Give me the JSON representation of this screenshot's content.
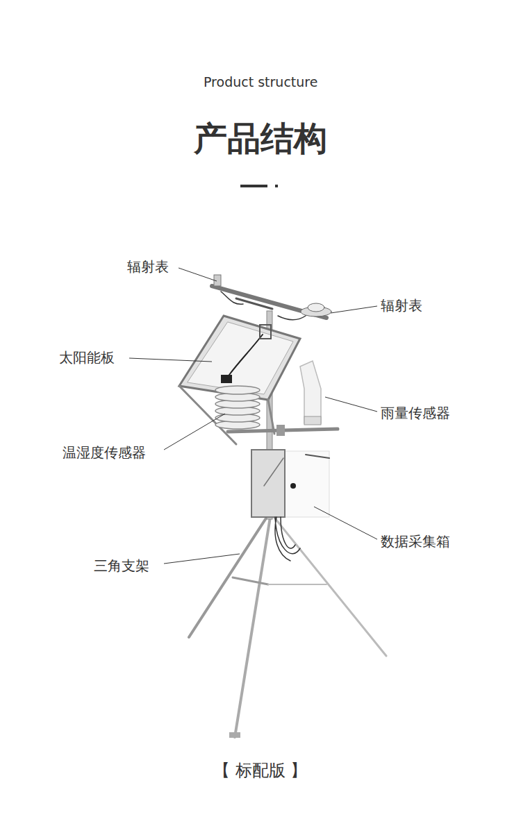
{
  "diagram": {
    "title": "产品结构",
    "caption": "【 标配版 】",
    "labels": [
      "Product structure",
      "辐射表",
      "辐射表",
      "太阳能板",
      "雨量传感器",
      "温湿度传感器",
      "数据采集箱",
      "三角支架"
    ]
  }
}
